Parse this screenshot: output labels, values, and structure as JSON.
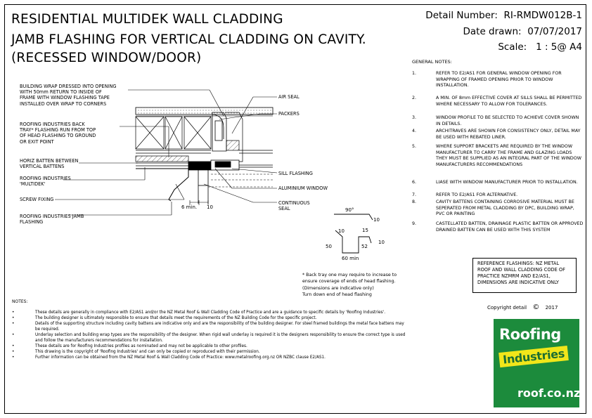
{
  "title": {
    "line1": "RESIDENTIAL MULTIDEK WALL CLADDING",
    "line2": "JAMB FLASHING FOR VERTICAL CLADDING ON CAVITY.",
    "line3": "(RECESSED WINDOW/DOOR)"
  },
  "meta": {
    "detail_label": "Detail Number:",
    "detail_value": "RI-RMDW012B-1",
    "date_label": "Date drawn:",
    "date_value": "07/07/2017",
    "scale_label": "Scale:",
    "scale_value": "1 : 5@ A4"
  },
  "general_notes": {
    "title": "GENERAL NOTES:",
    "items": [
      {
        "num": "1.",
        "text": "REFER TO E2/AS1 FOR GENERAL WINDOW OPENING FOR WRAPPING OF FRAMED OPENING PRIOR TO WINDOW INSTALLATION."
      },
      {
        "num": "2.",
        "text": "A MIN. OF 8mm EFFECTIVE COVER AT SILLS SHALL BE PERMITTED WHERE NECESSARY TO ALLOW FOR TOLERANCES."
      },
      {
        "num": "3.",
        "text": "WINDOW PROFILE TO BE SELECTED TO ACHIEVE COVER SHOWN IN DETAILS."
      },
      {
        "num": "4.",
        "text": "ARCHITRAVES ARE SHOWN FOR CONSISTENCY ONLY, DETAIL MAY BE USED WITH REBATED LINER."
      },
      {
        "num": "5.",
        "text": "WHERE SUPPORT BRACKETS ARE REQUIRED BY THE WINDOW MANUFACTURER TO CARRY THE FRAME AND GLAZING LOADS THEY MUST BE SUPPLIED AS AN INTEGRAL PART OF THE WINDOW MANUFACTURERS RECOMMENDATIONS"
      },
      {
        "num": "6.",
        "text": "LIASE WITH WINDOW MANUFACTURER PRIOR TO INSTALLATION."
      },
      {
        "num": "7.",
        "text": "REFER TO E2/AS1 FOR ALTERNATIVE."
      },
      {
        "num": "8.",
        "text": "CAVITY BATTENS CONTAINING CORROSIVE MATERIAL MUST BE SEPERATED FROM METAL CLADDING BY DPC, BUILDING WRAP, PVC OR PAINTING"
      },
      {
        "num": "9.",
        "text": "CASTELLATED BATTEN, DRAINAGE PLASTIC BATTEN OR APPROVED DRAINED BATTEN CAN BE USED WITH THIS SYSTEM"
      }
    ]
  },
  "labels": {
    "wrap": "BUILDING WRAP DRESSED INTO OPENING\nWITH 50mm RETURN TO INSIDE OF\nFRAME WITH WINDOW FLASHING TAPE\nINSTALLED OVER WRAP TO CORNERS",
    "back_tray": "ROOFING INDUSTRIES BACK\nTRAY* FLASHING RUN FROM TOP\nOF HEAD FLASHING TO GROUND\nOR EXIT POINT",
    "horiz_batten": "HORIZ BATTEN BETWEEN\nVERTICAL BATTENS",
    "multidek": "ROOFING INDUSTRIES\n'MULTIDEK'",
    "screw": "SCREW FIXING",
    "jamb_flashing": "ROOFING INDUSTRIES JAMB\nFLASHING",
    "air_seal": "AIR SEAL",
    "packers": "PACKERS",
    "sill_flashing": "SILL FLASHING",
    "aluminium_window": "ALUMINIUM WINDOW",
    "continuous_seal": "CONTINUOUS\nSEAL",
    "dim_6min": "6 min.",
    "dim_10": "10"
  },
  "flashing_profile": {
    "angle": "90°",
    "d10a": "10",
    "d10b": "10",
    "d15": "15",
    "d10c": "10",
    "d50": "50",
    "d52": "52",
    "d60": "60 min"
  },
  "footnote": [
    "* Back tray one may require to increase to",
    "ensure coverage of ends of head flashing.",
    "(Dimensions are indicative only)",
    "Turn down end of head flashing"
  ],
  "reference": "REFERENCE FLASHINGS:  NZ METAL ROOF AND WALL CLADDING CODE OF PRACTICE NZMRM AND E2/AS1, DIMENSIONS ARE INDICATIVE ONLY",
  "copyright": {
    "label": "Copyright detail",
    "symbol": "©",
    "year": "2017"
  },
  "notes": {
    "title": "NOTES:",
    "items": [
      "These details are generally in compliance with E2/AS1 and/or the NZ Metal Roof & Wall Cladding Code of Practice and are a guidance to specific details by 'Roofing Industries'.",
      "The building designer is ultimately responsible to ensure that details meet the requirements of the NZ Building Code for the specific project.",
      "Details of the supporting structure including cavity battens are indicative only and are the responsibility of the building designer. For steel framed buildings the metal face battens may be required.",
      "Underlay selection and building wrap types are the responsibility of the designer. When rigid wall underlay is required it is the designers responsibility to ensure the correct type is used and follow the manufacturers recommendations for installation.",
      "These details are for Roofing Industries profiles as nominated and may not be applicable to other profiles.",
      "This drawing is the copyright of 'Roofing Industries' and can only be copied or reproduced with their permission.",
      "Further information can be obtained from the NZ Metal Roof & Wall Cladding Code of Practice: www.metalroofing.org.nz OR NZBC clause E2/AS1."
    ]
  },
  "logo": {
    "line1": "Roofing",
    "line2": "Industries",
    "line3": "roof.co.nz"
  },
  "colors": {
    "logo_green": "#1c8b3c",
    "logo_yellow": "#f1e61a"
  }
}
